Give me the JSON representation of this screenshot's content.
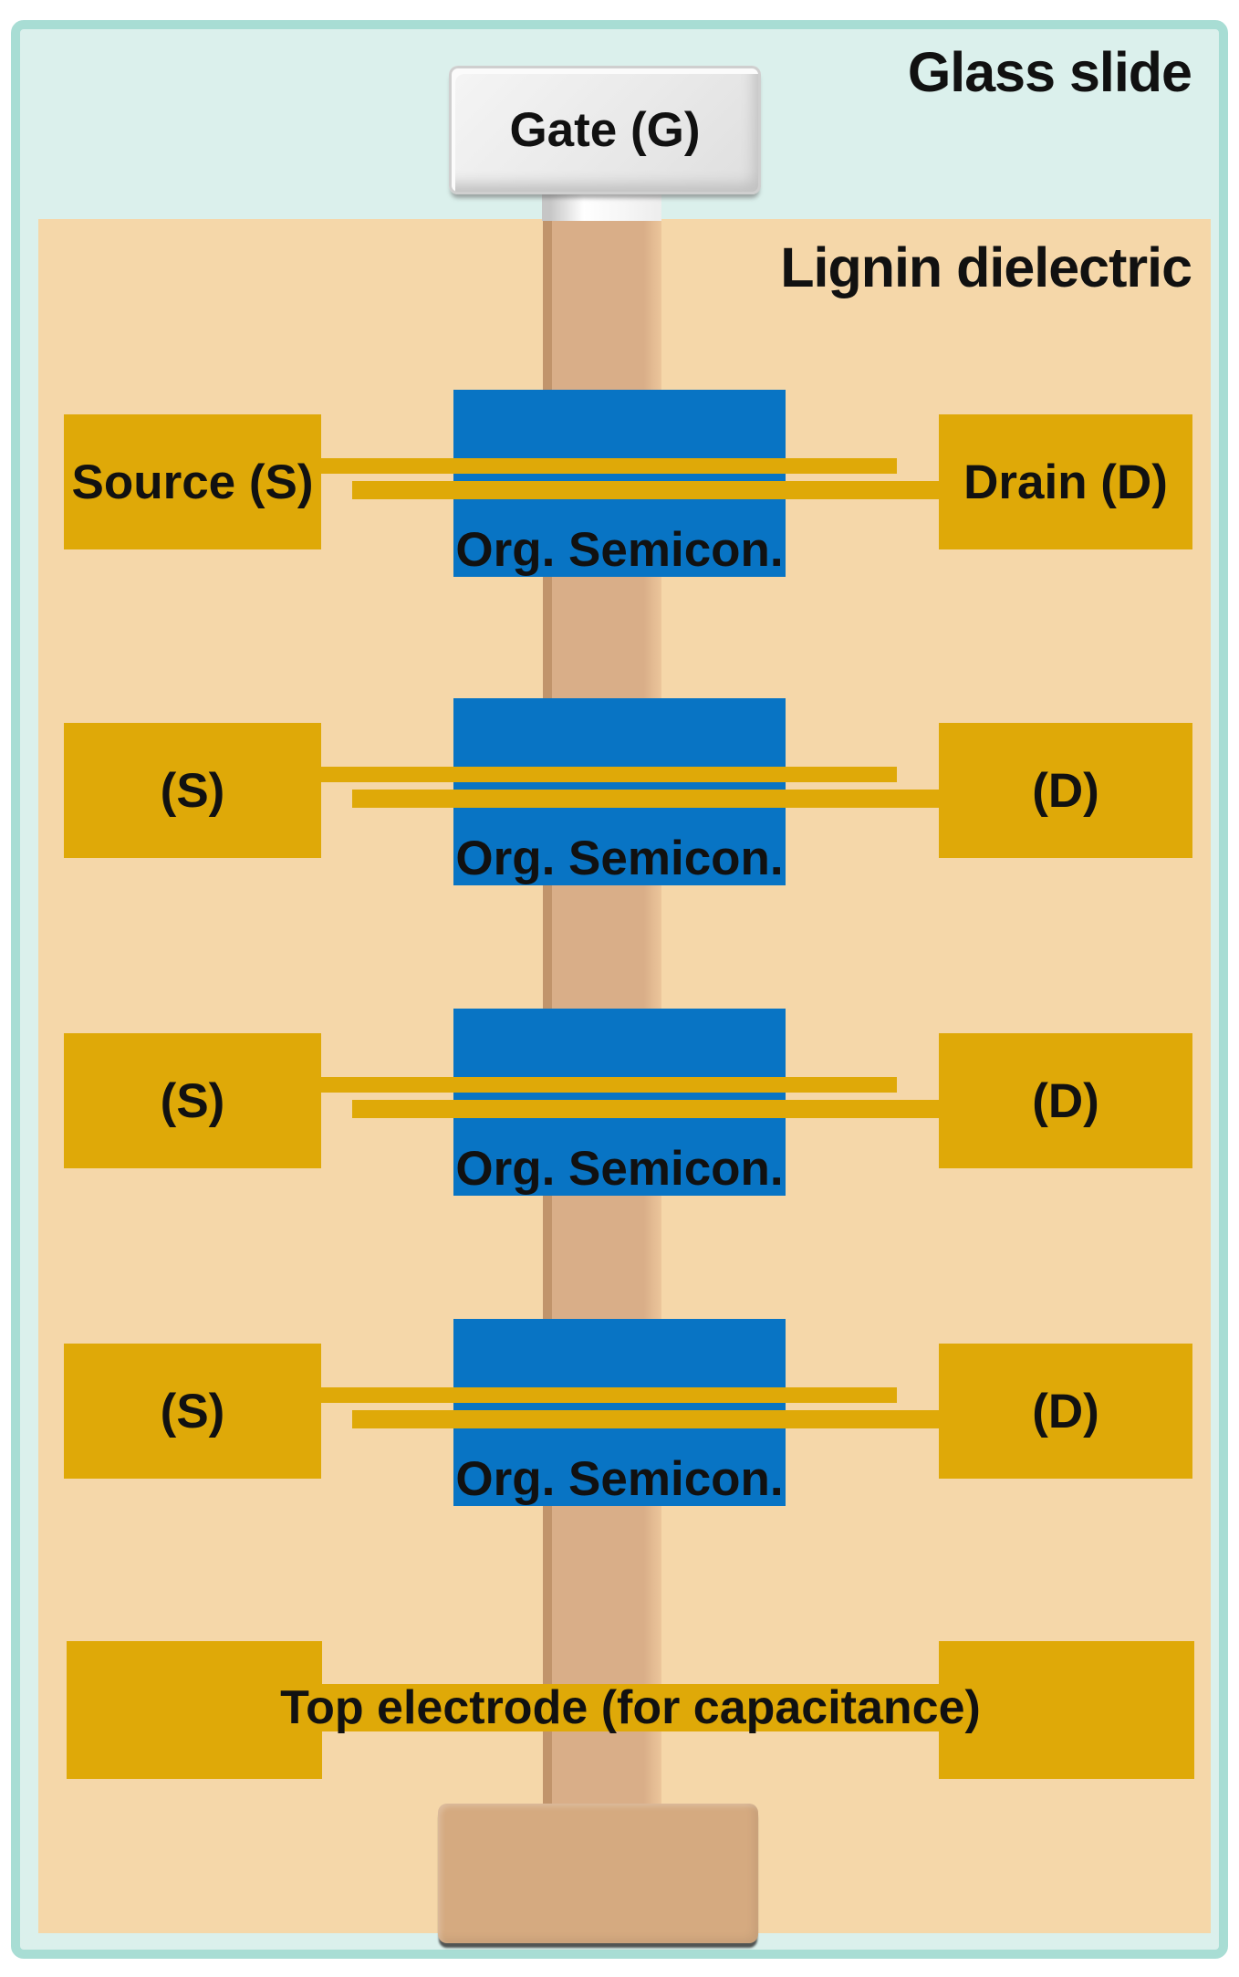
{
  "regions": {
    "glass_label": "Glass slide",
    "dielectric_label": "Lignin dielectric"
  },
  "gate": {
    "label": "Gate (G)"
  },
  "transistors": [
    {
      "source": "Source (S)",
      "drain": "Drain (D)",
      "semiconductor": "Org. Semicon."
    },
    {
      "source": "(S)",
      "drain": "(D)",
      "semiconductor": "Org. Semicon."
    },
    {
      "source": "(S)",
      "drain": "(D)",
      "semiconductor": "Org. Semicon."
    },
    {
      "source": "(S)",
      "drain": "(D)",
      "semiconductor": "Org. Semicon."
    }
  ],
  "top_electrode": {
    "label": "Top electrode (for capacitance)"
  },
  "colors": {
    "glass": "#dbf0ec",
    "glass-border": "#a8ddd4",
    "dielectric": "#f5d7a9",
    "gold": "#dfa908",
    "semiconductor-blue": "#0874c4",
    "gate-line": "#d9ae88",
    "gate-line-edge": "#c1946b",
    "gate-pad": "#d5aa80",
    "text": "#111111"
  }
}
